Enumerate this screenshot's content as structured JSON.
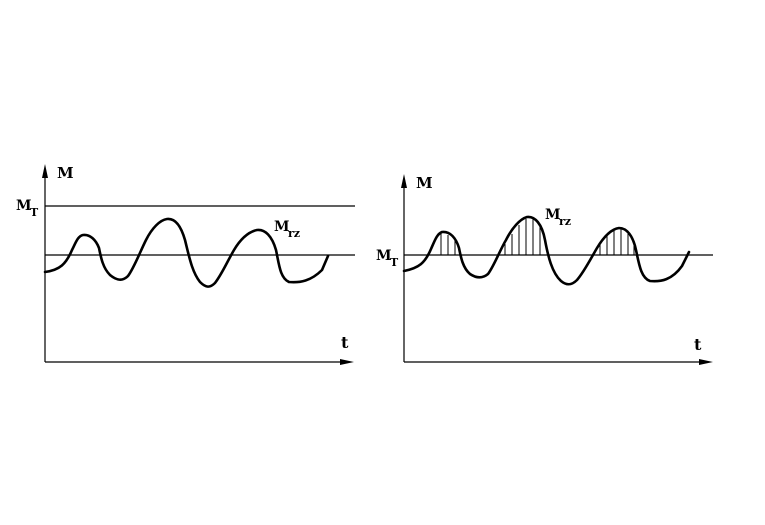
{
  "left_diagram": {
    "y_axis_label": "M",
    "x_axis_label": "t",
    "threshold_label_main": "M",
    "threshold_label_sub": "T",
    "curve_label_main": "M",
    "curve_label_sub": "rz"
  },
  "right_diagram": {
    "y_axis_label": "M",
    "x_axis_label": "t",
    "threshold_label_main": "M",
    "threshold_label_sub": "T",
    "curve_label_main": "M",
    "curve_label_sub": "rz"
  },
  "colors": {
    "ink": "#000000",
    "background": "#ffffff"
  }
}
